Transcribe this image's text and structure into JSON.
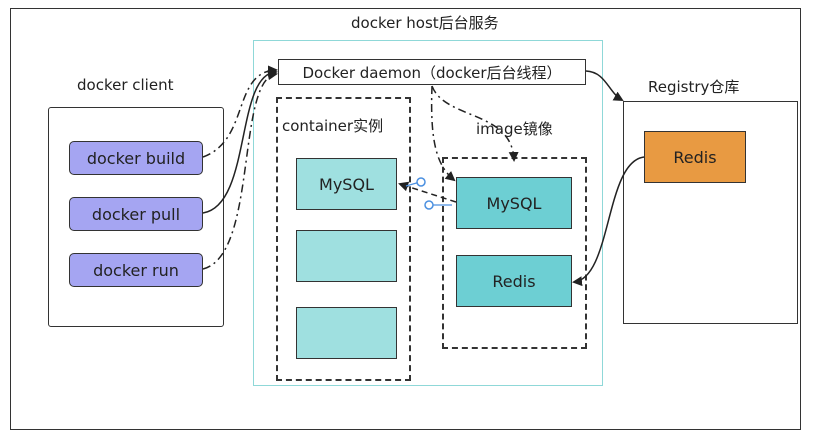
{
  "host_title": "docker host后台服务",
  "client": {
    "title": "docker client",
    "commands": [
      "docker build",
      "docker pull",
      "docker run"
    ]
  },
  "daemon_label": "Docker daemon（docker后台线程）",
  "container": {
    "title": "container实例",
    "first_label": "MySQL"
  },
  "image": {
    "title": "image镜像",
    "items": [
      "MySQL",
      "Redis"
    ]
  },
  "registry": {
    "title": "Registry仓库",
    "item": "Redis"
  },
  "colors": {
    "command": "#a5a5f2",
    "container": "#9fe0e0",
    "image": "#6dcfd3",
    "registry_item": "#e89a42",
    "host_border": "#8fd8d8",
    "link": "#4a8fe0"
  }
}
